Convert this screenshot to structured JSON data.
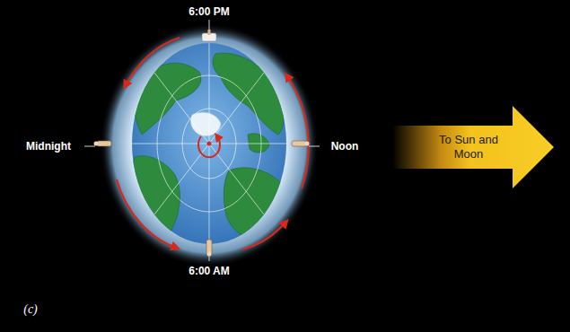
{
  "diagram": {
    "nodes": [
      {
        "text": [
          "To Sun and Moon"
        ]
      }
    ],
    "labels": [
      "6:00 PM",
      "Midnight",
      "Noon",
      "6:00 AM",
      "(c)"
    ]
  }
}
